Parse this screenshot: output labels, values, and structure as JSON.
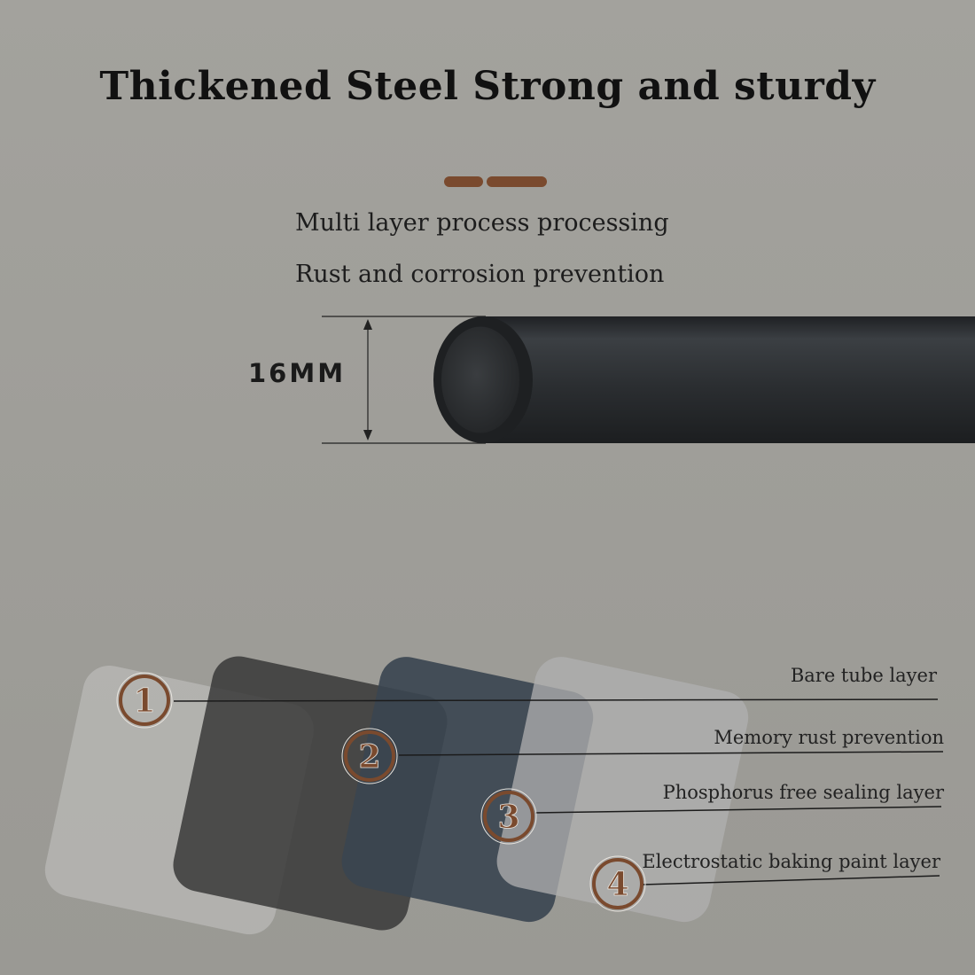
{
  "title": "Thickened Steel Strong and sturdy",
  "subtitle_lines": [
    "Multi layer process processing",
    "Rust and corrosion prevention"
  ],
  "tube": {
    "diameter_label": "16MM",
    "color": "#2d3033"
  },
  "accent_color": "#7a4a2e",
  "layers": [
    {
      "number": "1",
      "label": "Bare tube layer",
      "color": "#c6c6c4"
    },
    {
      "number": "2",
      "label": "Memory rust prevention",
      "color": "#353535"
    },
    {
      "number": "3",
      "label": "Phosphorus free sealing layer",
      "color": "#3a4550"
    },
    {
      "number": "4",
      "label": "Electrostatic baking paint layer",
      "color": "#b3b3b3"
    }
  ]
}
